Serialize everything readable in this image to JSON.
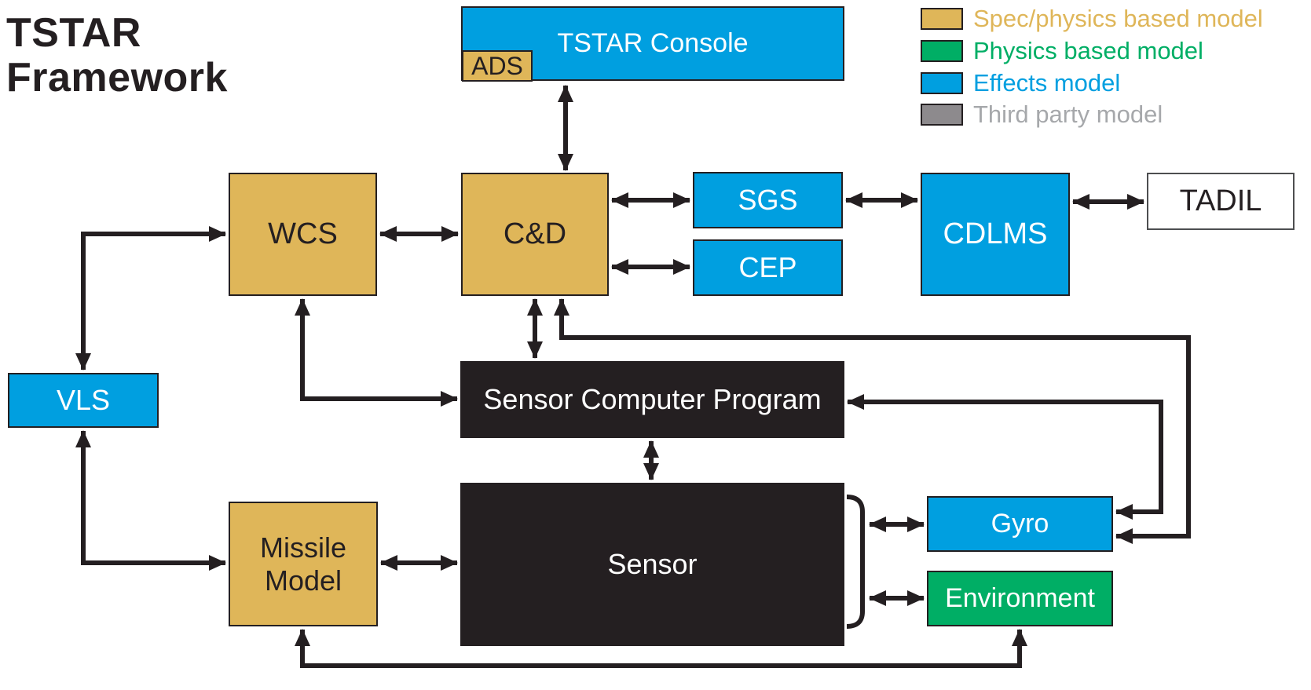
{
  "title": "TSTAR\nFramework",
  "colors": {
    "tan": "#DFB659",
    "green": "#00AE65",
    "blue": "#009FE0",
    "gray": "#8D8A8D",
    "grayText": "#A6A8AB",
    "ink": "#241F21",
    "tadil_border": "#4D4E50"
  },
  "legend": {
    "items": [
      {
        "label": "Spec/physics based model",
        "swatch": "tan",
        "text": "tan"
      },
      {
        "label": "Physics based model",
        "swatch": "green",
        "text": "green"
      },
      {
        "label": "Effects model",
        "swatch": "blue",
        "text": "blue"
      },
      {
        "label": "Third party model",
        "swatch": "gray",
        "text": "grayText"
      }
    ]
  },
  "nodes": {
    "console": {
      "label": "TSTAR Console"
    },
    "ads": {
      "label": "ADS"
    },
    "wcs": {
      "label": "WCS"
    },
    "cd": {
      "label": "C&D"
    },
    "sgs": {
      "label": "SGS"
    },
    "cep": {
      "label": "CEP"
    },
    "cdlms": {
      "label": "CDLMS"
    },
    "tadil": {
      "label": "TADIL"
    },
    "vls": {
      "label": "VLS"
    },
    "scp": {
      "label": "Sensor Computer Program"
    },
    "sensor": {
      "label": "Sensor"
    },
    "missile": {
      "label": "Missile\nModel"
    },
    "gyro": {
      "label": "Gyro"
    },
    "environment": {
      "label": "Environment"
    }
  }
}
